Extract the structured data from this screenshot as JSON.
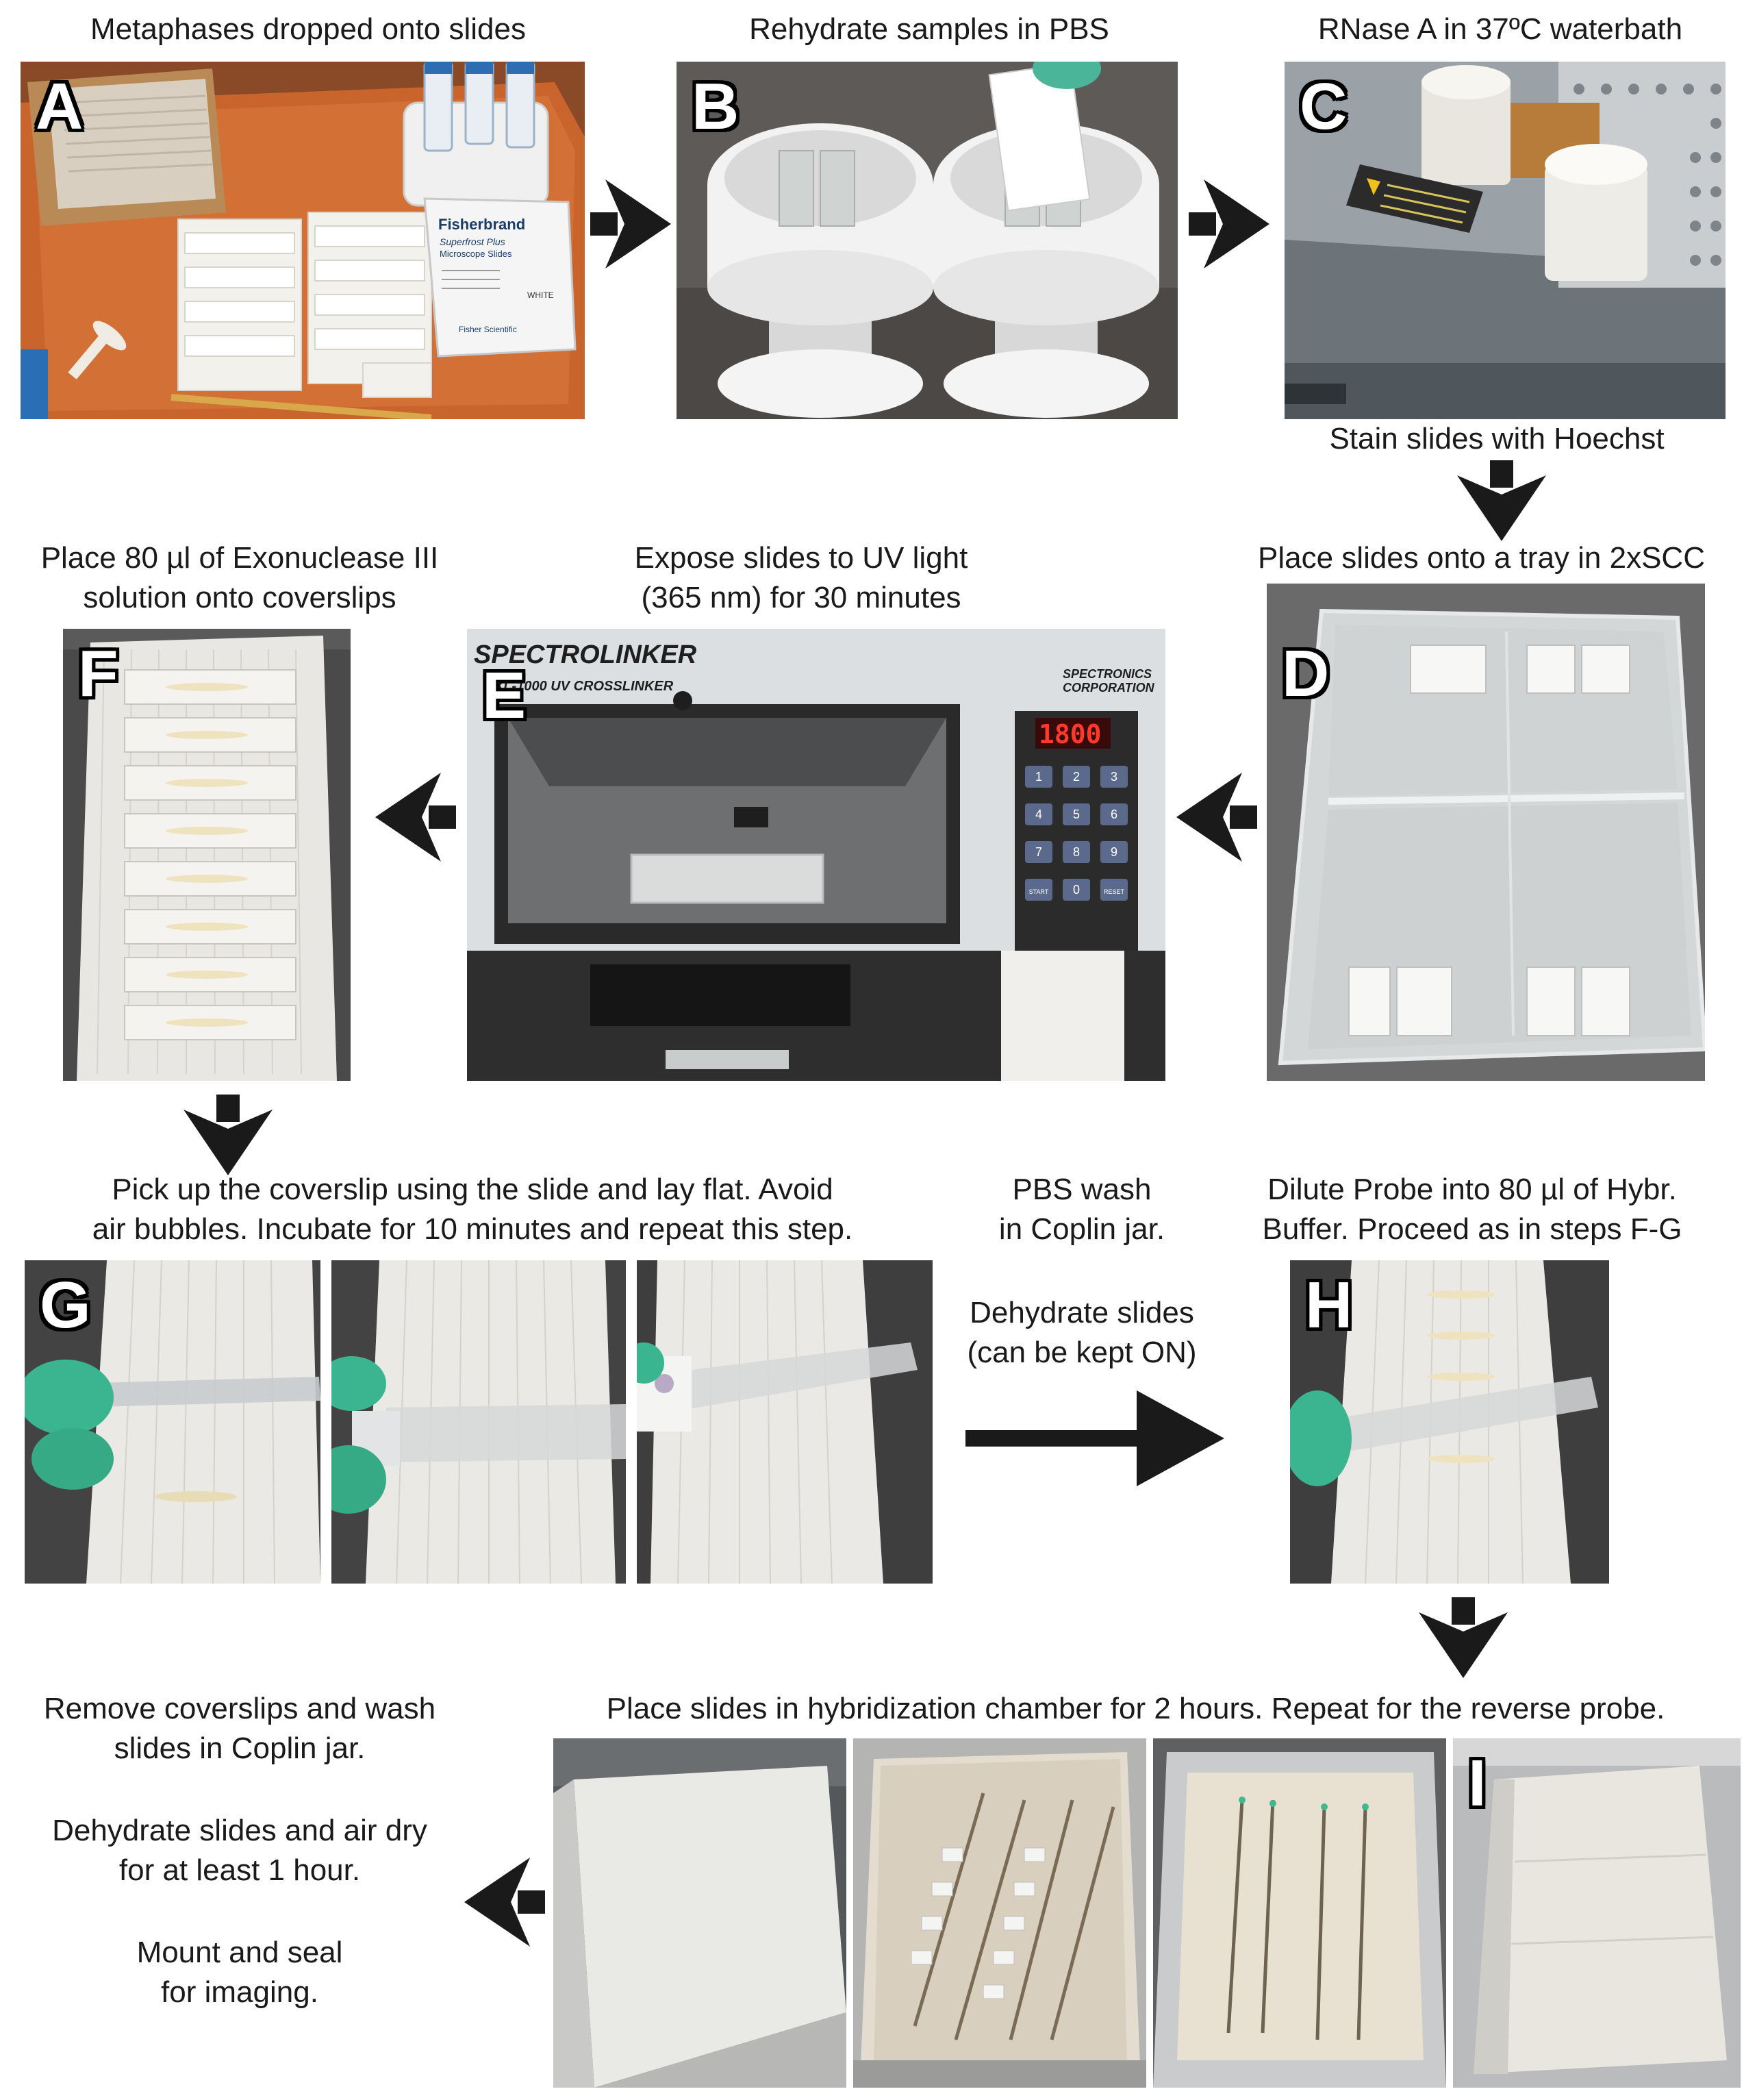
{
  "steps": {
    "A": {
      "letter": "A",
      "caption": "Metaphases dropped onto slides",
      "box_label_1": "Fisherbrand",
      "box_label_2": "Superfrost Plus",
      "box_label_3": "Microscope Slides",
      "box_label_4": "WHITE",
      "box_label_5": "Fisher Scientific"
    },
    "B": {
      "letter": "B",
      "caption": "Rehydrate samples in PBS"
    },
    "C": {
      "letter": "C",
      "caption": "RNase A in 37ºC waterbath"
    },
    "C_to_D": {
      "caption": "Stain slides with Hoechst"
    },
    "D": {
      "letter": "D",
      "caption": "Place slides onto a tray in 2xSCC"
    },
    "E": {
      "letter": "E",
      "caption_line1": "Expose slides to UV light",
      "caption_line2": "(365 nm) for 30 minutes",
      "brand": "SPECTROLINKER",
      "model": "XL-1000 UV CROSSLINKER",
      "maker_line1": "SPECTRONICS",
      "maker_line2": "CORPORATION",
      "display": "1800",
      "keys": [
        "1",
        "2",
        "3",
        "4",
        "5",
        "6",
        "7",
        "8",
        "9",
        "START",
        "0",
        "RESET"
      ]
    },
    "F": {
      "letter": "F",
      "caption_line1": "Place 80 µl of Exonuclease III",
      "caption_line2": "solution onto coverslips"
    },
    "G": {
      "letter": "G",
      "caption_line1": "Pick up the coverslip using the slide and lay flat. Avoid",
      "caption_line2": "air bubbles. Incubate for 10 minutes and repeat this step."
    },
    "G_to_H": {
      "line1": "PBS wash",
      "line2": "in Coplin jar.",
      "line3": "Dehydrate slides",
      "line4": "(can be kept ON)"
    },
    "H": {
      "letter": "H",
      "caption_line1": "Dilute Probe into 80 µl of Hybr.",
      "caption_line2": "Buffer. Proceed as in steps F-G"
    },
    "I": {
      "letter": "I",
      "caption": "Place slides in hybridization chamber for 2 hours. Repeat for the reverse probe."
    },
    "final": {
      "line1": "Remove coverslips and wash",
      "line2": "slides in Coplin jar.",
      "line3": "Dehydrate slides and air dry",
      "line4": "for at least 1 hour.",
      "line5": "Mount and seal",
      "line6": "for imaging."
    }
  },
  "colors": {
    "arrow": "#1a1a1a",
    "letter_fill": "#ffffff",
    "letter_stroke": "#000000"
  }
}
